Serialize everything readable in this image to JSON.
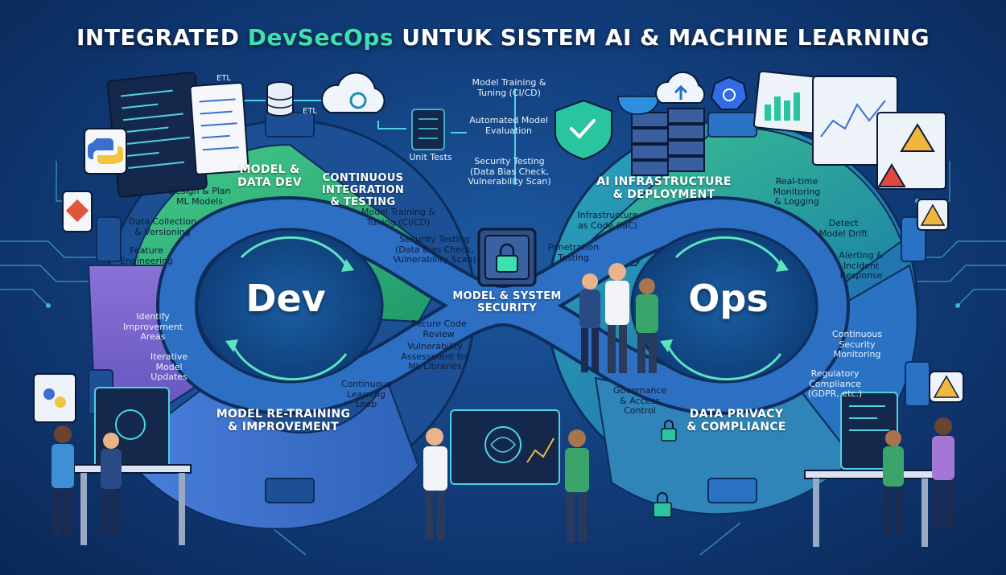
{
  "title": {
    "part1": "INTEGRATED ",
    "accent": "DevSecOps",
    "part2": " UNTUK SISTEM AI & MACHINE LEARNING"
  },
  "colors": {
    "accent": "#3fe0b0",
    "dev_green": "#3ec07a",
    "ops_teal": "#1f8fb0",
    "purple": "#6b5cc8",
    "security_blue": "#3a7bd5",
    "background": "#123f7e"
  },
  "hub": {
    "dev": "Dev",
    "ops": "Ops"
  },
  "sections": {
    "model_data_dev": {
      "title": "MODEL &\nDATA DEV",
      "items": [
        "Design & Plan\nML Models",
        "Data Collection\n& Versioning",
        "Feature\nEngineering"
      ]
    },
    "ci_testing": {
      "title": "CONTINUOUS\nINTEGRATION\n& TESTING",
      "items": [
        "Model Training &\nTuning (CI/CD)",
        "Security Testing\n(Data Bias Check,\nVulnerability Scan)"
      ]
    },
    "ai_infra": {
      "title": "AI INFRASTRUCTURE\n& DEPLOYMENT",
      "items": [
        "Infrastructure\nas Code (IaC)",
        "Penetration\nTesting"
      ]
    },
    "monitoring": {
      "items": [
        "Real-time\nMonitoring\n& Logging",
        "Detect\nModel Drift",
        "Alerting &\nIncident\nResponse"
      ]
    },
    "security_core": {
      "title": "MODEL & SYSTEM\nSECURITY",
      "items": [
        "Secure Code\nReview",
        "Vulnerability\nAssessment for\nML Libraries"
      ]
    },
    "improvement": {
      "items": [
        "Identify\nImprovement\nAreas",
        "Iterative\nModel\nUpdates"
      ]
    },
    "retraining": {
      "title": "MODEL RE-TRAINING\n& IMPROVEMENT",
      "items": [
        "Continuous\nLearning\nLoop"
      ]
    },
    "privacy": {
      "title": "DATA PRIVACY\n& COMPLIANCE",
      "items": [
        "Governance\n& Access\nControl",
        "Continuous\nSecurity\nMonitoring",
        "Regulatory\nCompliance\n(GDPR, etc.)"
      ]
    }
  },
  "top_pipeline": {
    "etl1": "ETL",
    "etl2": "ETL",
    "unit_tests": "Unit Tests",
    "steps": [
      "Model Training &\nTuning (CI/CD)",
      "Automated Model\nEvaluation",
      "Security Testing\n(Data Bias Check,\nVulnerability Scan)"
    ]
  },
  "icons": [
    "python-icon",
    "git-icon",
    "database-icon",
    "cloud-gear-icon",
    "shield-check-icon",
    "server-stack-icon",
    "docker-icon",
    "cloud-upload-icon",
    "kubernetes-icon",
    "warning-icon",
    "lock-icon",
    "safe-lock-icon",
    "brain-icon",
    "dashboard-icon"
  ]
}
